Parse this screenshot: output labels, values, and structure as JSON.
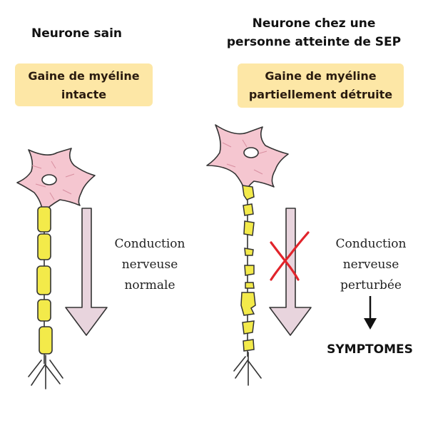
{
  "left": {
    "title": "Neurone sain",
    "badge_line1": "Gaine de myéline",
    "badge_line2": "intacte",
    "conduction_line1": "Conduction",
    "conduction_line2": "nerveuse",
    "conduction_line3": "normale"
  },
  "right": {
    "title_line1": "Neurone chez une",
    "title_line2": "personne atteinte de SEP",
    "badge_line1": "Gaine de myéline",
    "badge_line2": "partiellement détruite",
    "conduction_line1": "Conduction",
    "conduction_line2": "nerveuse",
    "conduction_line3": "perturbée",
    "result": "SYMPTOMES"
  },
  "colors": {
    "badge": "#fde7a6",
    "neuron_body": "#f5c6d0",
    "myelin": "#f3ea4a",
    "arrow_fill": "#e8d4dd",
    "cross": "#e1242b"
  }
}
